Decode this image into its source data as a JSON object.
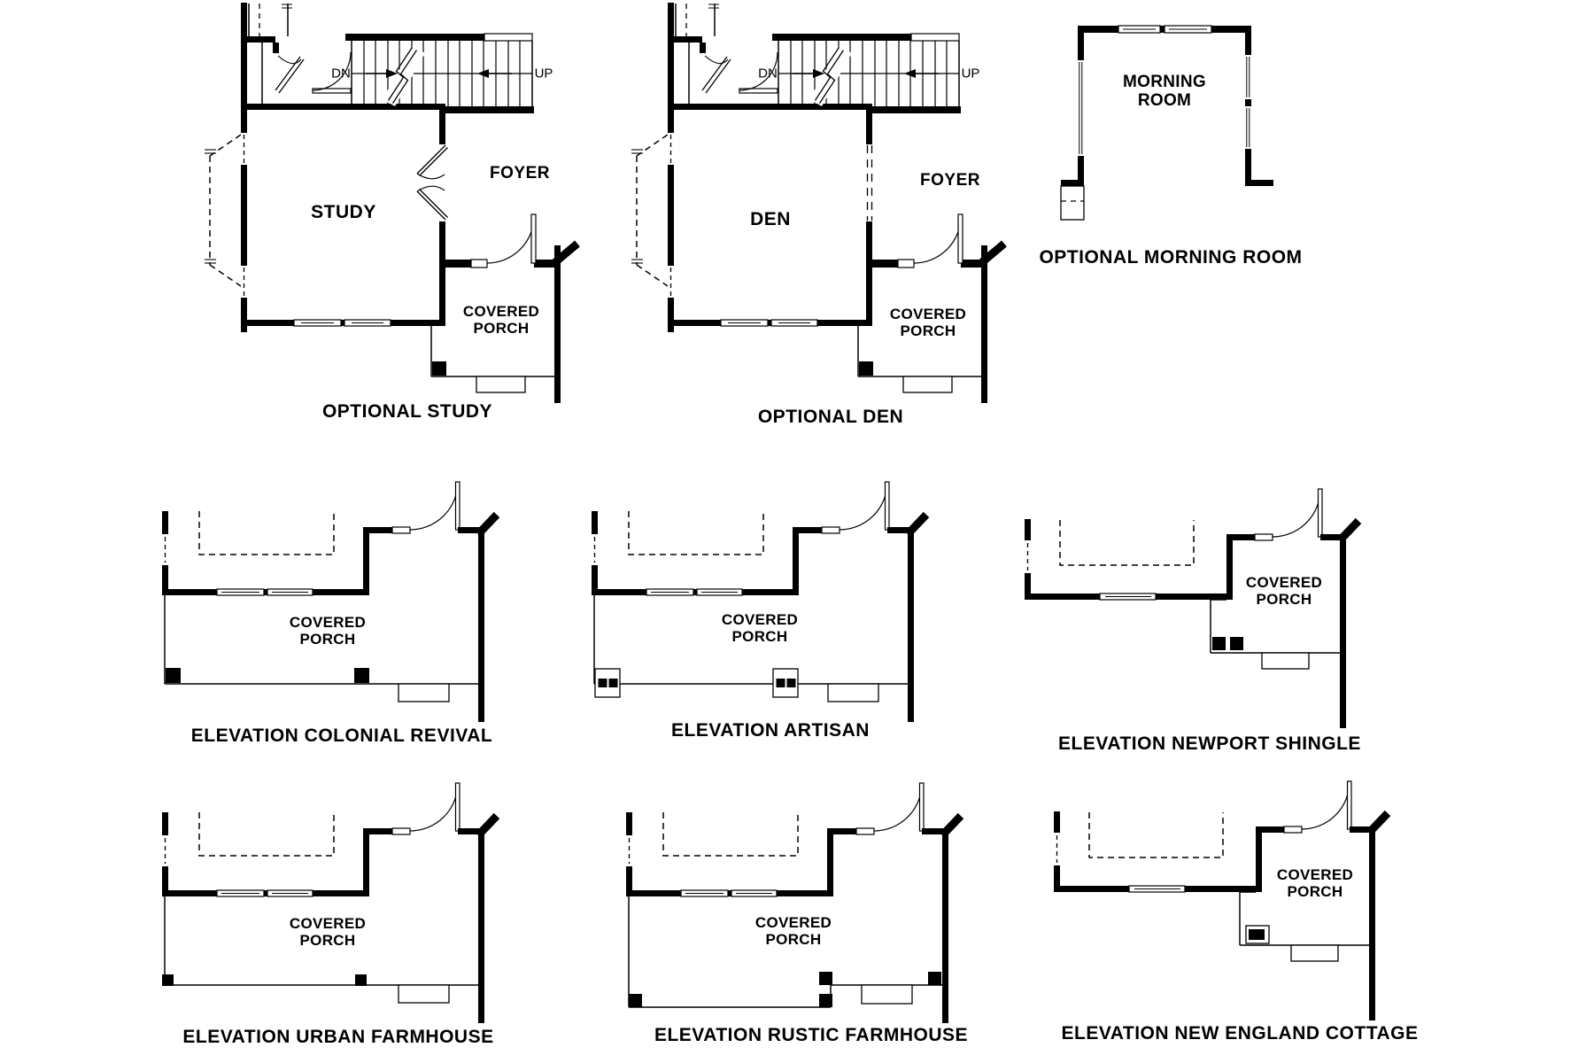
{
  "colors": {
    "ink": "#000000",
    "paper": "#ffffff"
  },
  "plans": {
    "study": {
      "caption": "OPTIONAL STUDY",
      "room": "STUDY",
      "foyer": "FOYER",
      "porch": [
        "COVERED",
        "PORCH"
      ],
      "down": "DN",
      "up": "UP"
    },
    "den": {
      "caption": "OPTIONAL DEN",
      "room": "DEN",
      "foyer": "FOYER",
      "porch": [
        "COVERED",
        "PORCH"
      ],
      "down": "DN",
      "up": "UP"
    },
    "morning": {
      "caption": "OPTIONAL MORNING ROOM",
      "room": [
        "MORNING",
        "ROOM"
      ]
    },
    "colonial": {
      "caption": "ELEVATION COLONIAL REVIVAL",
      "porch": [
        "COVERED",
        "PORCH"
      ]
    },
    "artisan": {
      "caption": "ELEVATION ARTISAN",
      "porch": [
        "COVERED",
        "PORCH"
      ]
    },
    "newport": {
      "caption": "ELEVATION NEWPORT SHINGLE",
      "porch": [
        "COVERED",
        "PORCH"
      ]
    },
    "urban": {
      "caption": "ELEVATION URBAN FARMHOUSE",
      "porch": [
        "COVERED",
        "PORCH"
      ]
    },
    "rustic": {
      "caption": "ELEVATION RUSTIC FARMHOUSE",
      "porch": [
        "COVERED",
        "PORCH"
      ]
    },
    "cottage": {
      "caption": "ELEVATION NEW ENGLAND COTTAGE",
      "porch": [
        "COVERED",
        "PORCH"
      ]
    }
  }
}
